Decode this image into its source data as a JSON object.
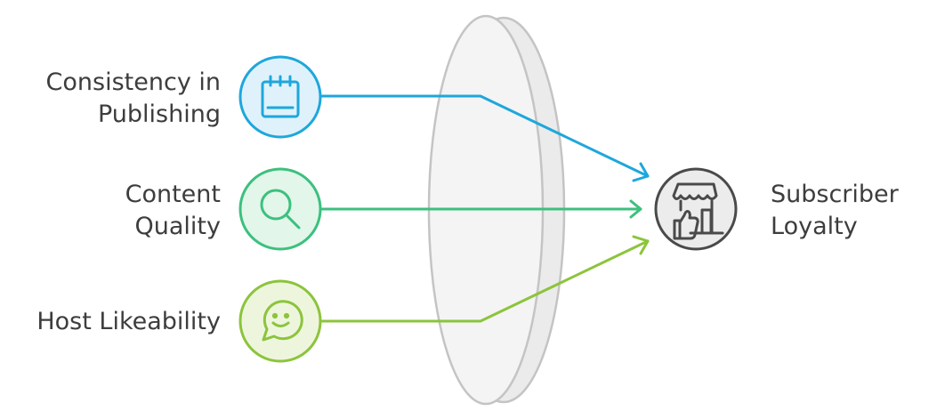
{
  "colors": {
    "background": "#ffffff",
    "lens_fill": "#ebebeb",
    "lens_stroke": "#c4c4c4",
    "consistency": "#1ea7dc",
    "consistency_fill": "#dff2fb",
    "quality": "#3cc07e",
    "quality_fill": "#e2f6ea",
    "likeability": "#8cc43c",
    "likeability_fill": "#edf6dd",
    "result": "#4a4a4a",
    "result_fill": "#ececec",
    "text": "#3d3d3d"
  },
  "inputs": [
    {
      "label": "Consistency in\nPublishing",
      "icon": "calendar-icon",
      "color_key": "consistency"
    },
    {
      "label": "Content\nQuality",
      "icon": "magnifier-icon",
      "color_key": "quality"
    },
    {
      "label": "Host Likeability",
      "icon": "smiling-speech-bubble-icon",
      "color_key": "likeability"
    }
  ],
  "output": {
    "label": "Subscriber\nLoyalty",
    "icon": "storefront-thumbs-up-icon"
  }
}
